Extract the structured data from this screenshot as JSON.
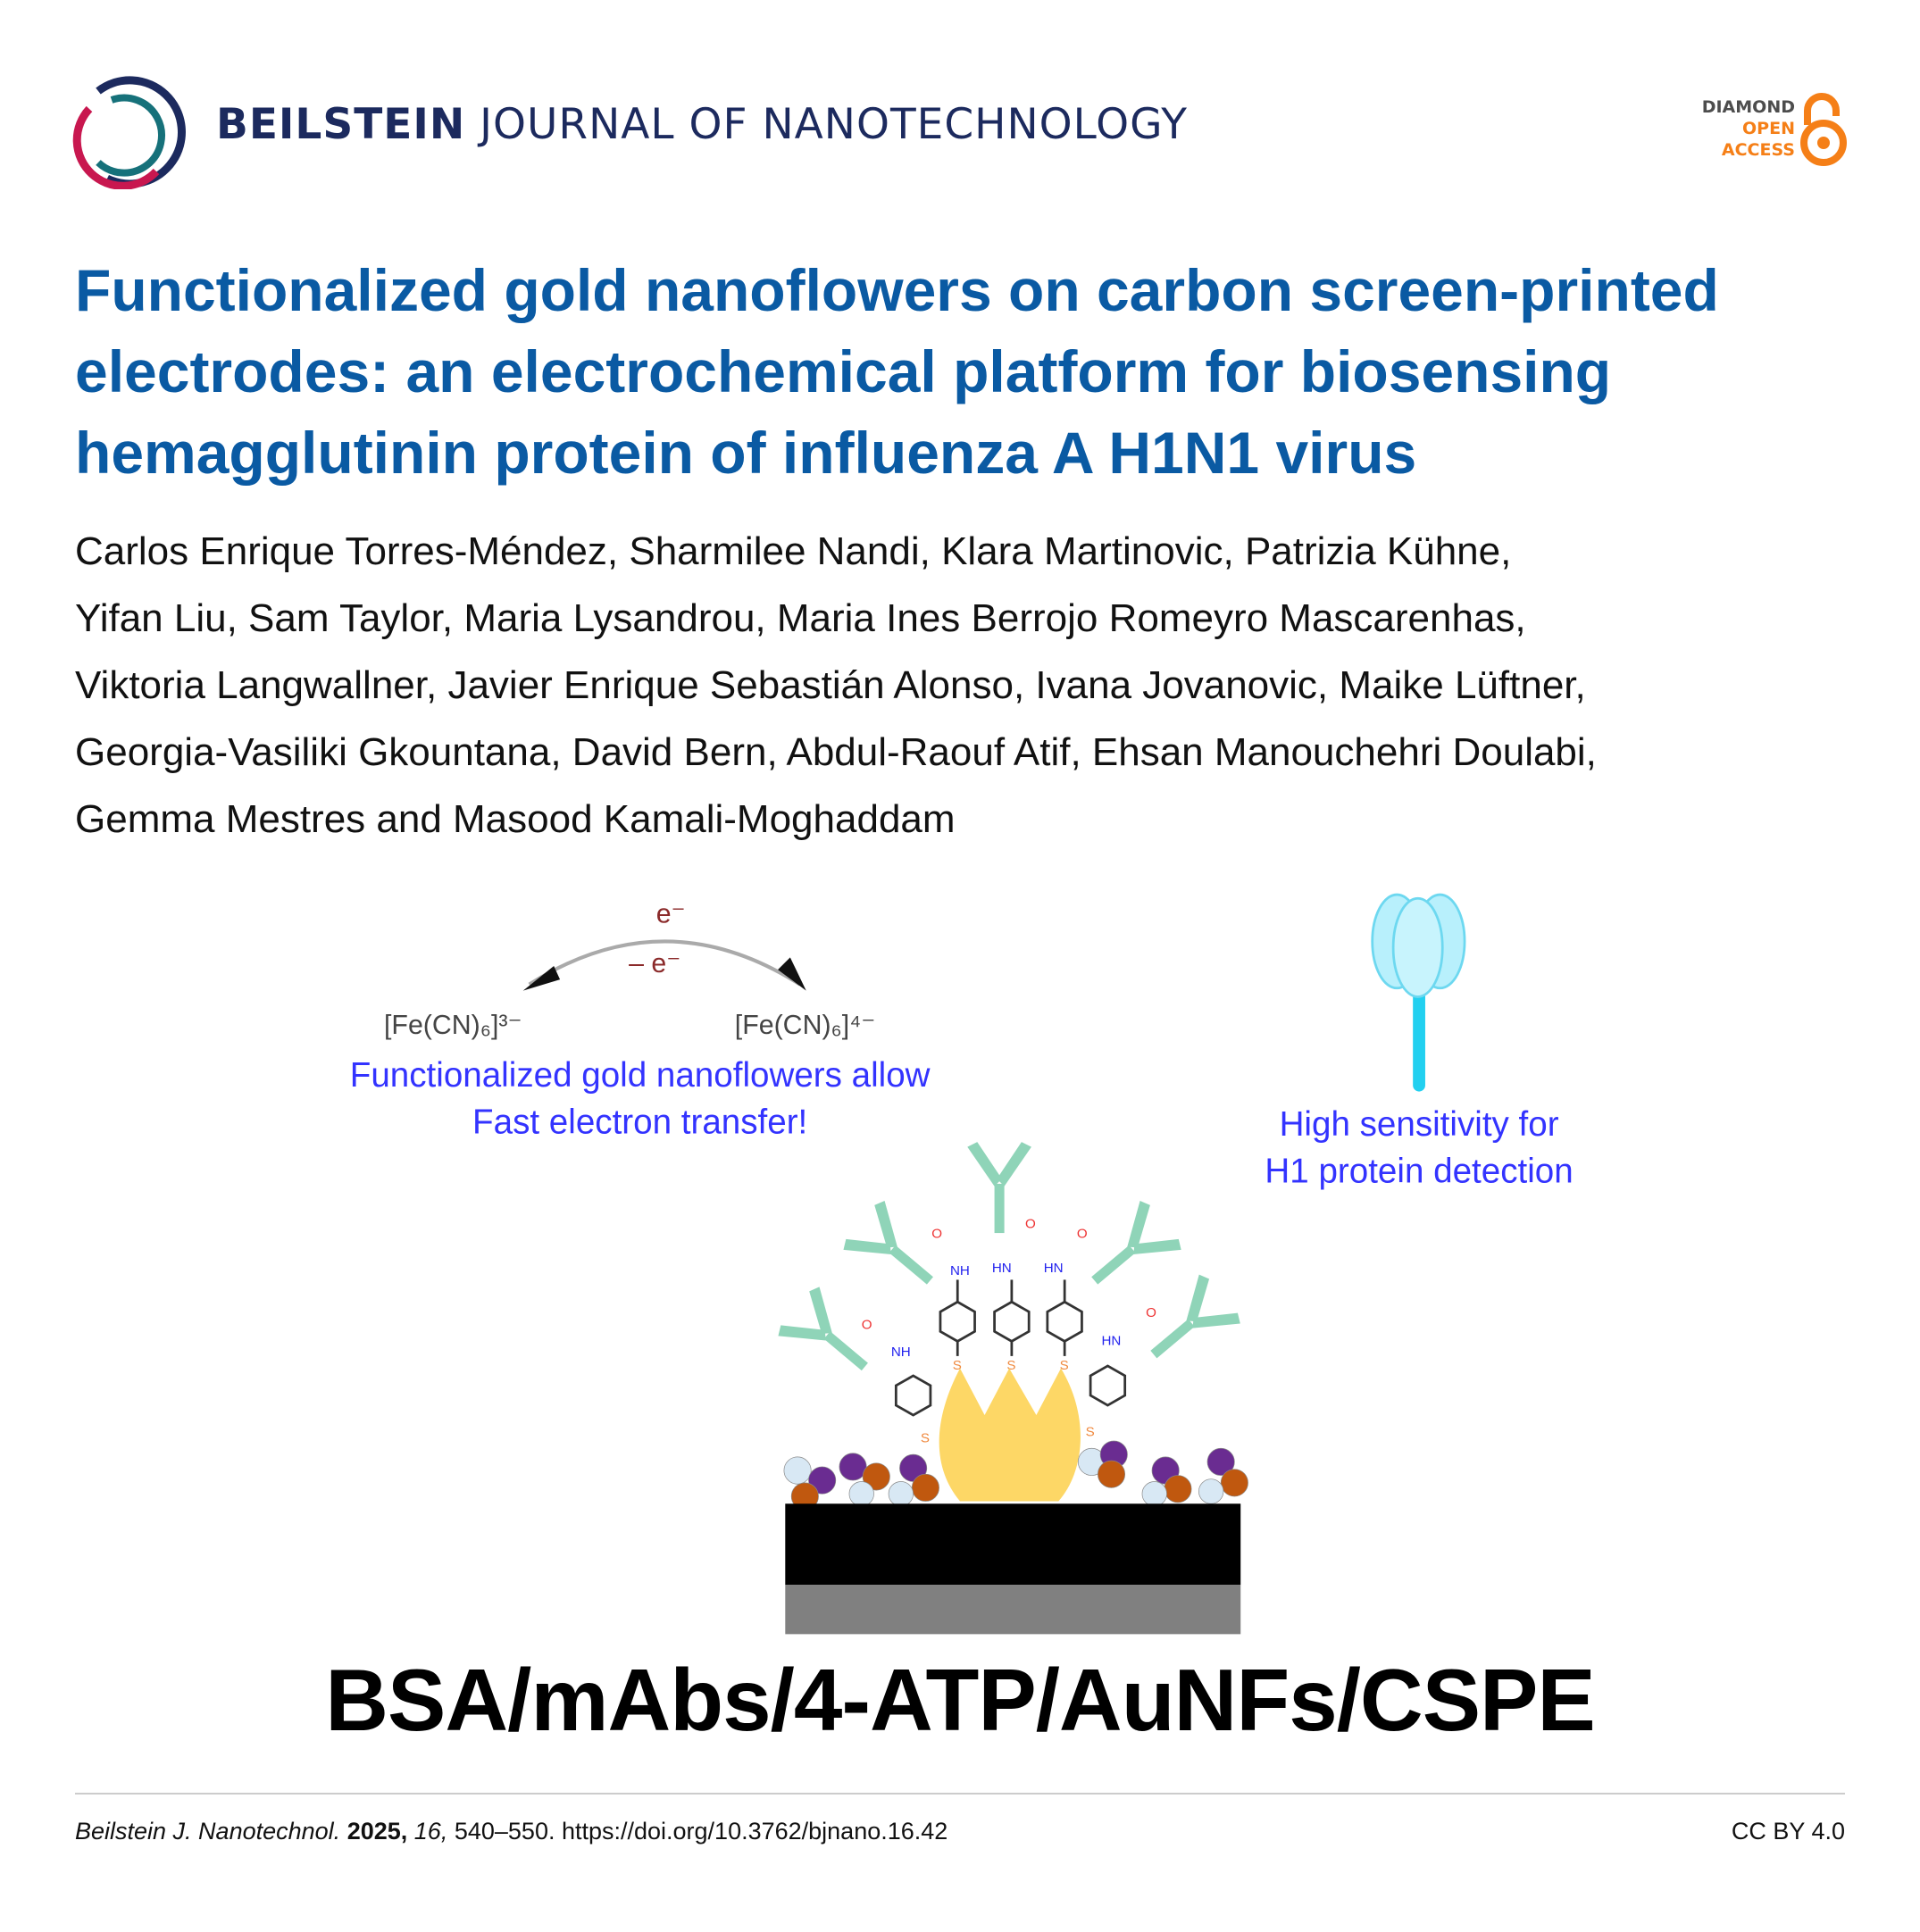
{
  "header": {
    "journal_bold": "BEILSTEIN",
    "journal_rest": "JOURNAL OF NANOTECHNOLOGY",
    "badge": {
      "line1": "DIAMOND",
      "line2": "OPEN",
      "line3": "ACCESS"
    }
  },
  "article": {
    "title_lines": [
      "Functionalized gold nanoflowers on carbon screen-printed",
      "electrodes: an electrochemical platform for biosensing",
      "hemagglutinin protein of influenza A H1N1 virus"
    ],
    "author_lines": [
      "Carlos Enrique Torres-Méndez, Sharmilee Nandi, Klara Martinovic, Patrizia Kühne,",
      "Yifan Liu, Sam Taylor, Maria Lysandrou, Maria Ines Berrojo Romeyro Mascarenhas,",
      "Viktoria Langwallner, Javier Enrique Sebastián Alonso, Ivana Jovanovic, Maike Lüftner,",
      "Georgia-Vasiliki Gkountana, David Bern, Abdul-Raouf Atif, Ehsan Manouchehri Doulabi,",
      "Gemma Mestres and Masood Kamali-Moghaddam"
    ]
  },
  "graphic": {
    "electron_top": "e⁻",
    "electron_bottom": "– e⁻",
    "ferri": "[Fe(CN)₆]³⁻",
    "ferro": "[Fe(CN)₆]⁴⁻",
    "left_caption_1": "Functionalized gold nanoflowers allow",
    "left_caption_2": "Fast electron transfer!",
    "right_caption_1": "High sensitivity for",
    "right_caption_2": "H1 protein detection",
    "labels": {
      "nh": "NH",
      "hn": "HN",
      "o": "O",
      "s": "S"
    },
    "scheme_label": "BSA/mAbs/4-ATP/AuNFs/CSPE",
    "colors": {
      "gold": "#fdd766",
      "antibody": "#8fd4b8",
      "caption": "#3333ff",
      "electron": "#8b2a2a"
    }
  },
  "footer": {
    "journal": "Beilstein J. Nanotechnol.",
    "year": "2025,",
    "volume": "16,",
    "pages_doi": "540–550. https://doi.org/10.3762/bjnano.16.42",
    "license": "CC BY 4.0"
  }
}
